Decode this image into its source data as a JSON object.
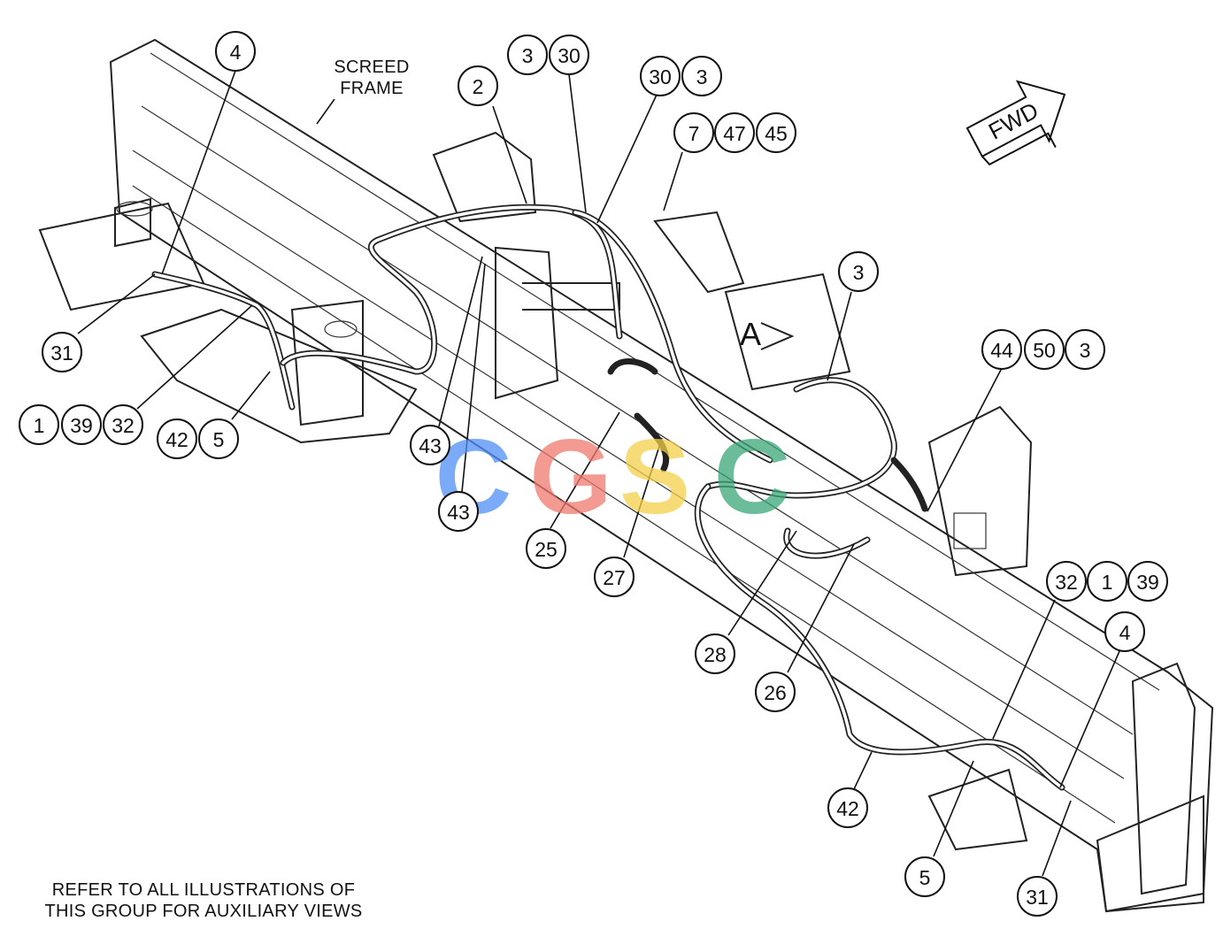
{
  "labels": {
    "screed_frame_line1": "SCREED",
    "screed_frame_line2": "FRAME",
    "note_line1": "REFER TO ALL ILLUSTRATIONS OF",
    "note_line2": "THIS GROUP FOR AUXILIARY VIEWS",
    "fwd": "FWD",
    "view_a": "A"
  },
  "watermark": {
    "letters": [
      "C",
      "G",
      "S",
      "C"
    ],
    "colors": [
      "#4f8ef7",
      "#f07a6e",
      "#f4cf4a",
      "#3aa676"
    ]
  },
  "callouts": [
    "4",
    "3",
    "30",
    "2",
    "30",
    "3",
    "7",
    "47",
    "45",
    "3",
    "44",
    "50",
    "3",
    "31",
    "1",
    "39",
    "32",
    "42",
    "5",
    "43",
    "43",
    "25",
    "27",
    "28",
    "26",
    "32",
    "1",
    "39",
    "4",
    "42",
    "5",
    "31"
  ]
}
